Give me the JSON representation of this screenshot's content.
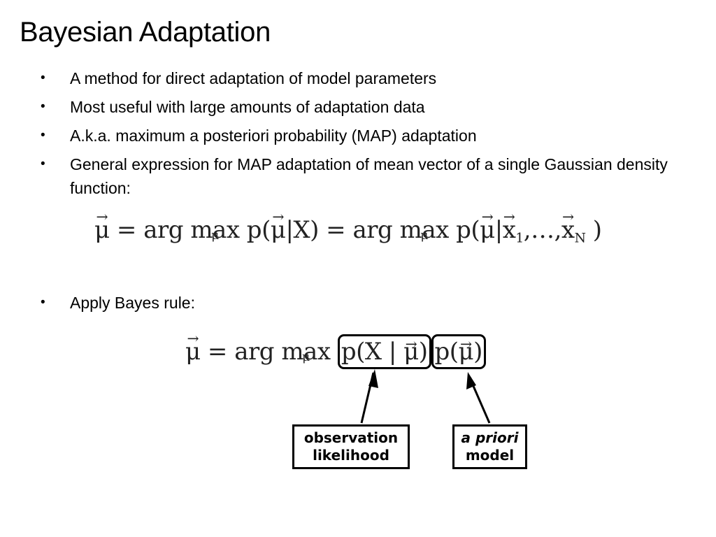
{
  "title": "Bayesian Adaptation",
  "bullet_char": "•",
  "bullets": [
    "A method for direct adaptation of model parameters",
    "Most useful with large amounts of adaptation data",
    "A.k.a. maximum a posteriori probability (MAP) adaptation",
    "General expression for MAP adaptation of mean vector of a single Gaussian density function:",
    "Apply Bayes rule:"
  ],
  "equation1": {
    "mu": "μ",
    "vec_arrow": "→",
    "eq": " = arg ",
    "max": "max",
    "max_under": "μ",
    "p_open": " p(",
    "given_x": "|X) = arg ",
    "given_seq_open": "|",
    "x": "x",
    "sub1": "1",
    "ellipsis": ",…,",
    "subN": "N",
    "close": " )"
  },
  "equation2": {
    "mu": "μ",
    "vec_arrow": "→",
    "eq": " = arg ",
    "max": "max",
    "max_under": "μ",
    "likelihood_open": "p(X | ",
    "likelihood_close": ")",
    "prior_open": "p(",
    "prior_close": ")"
  },
  "labels": {
    "likelihood_line1": "observation",
    "likelihood_line2": "likelihood",
    "prior_line1": "a priori",
    "prior_line2": "model"
  }
}
